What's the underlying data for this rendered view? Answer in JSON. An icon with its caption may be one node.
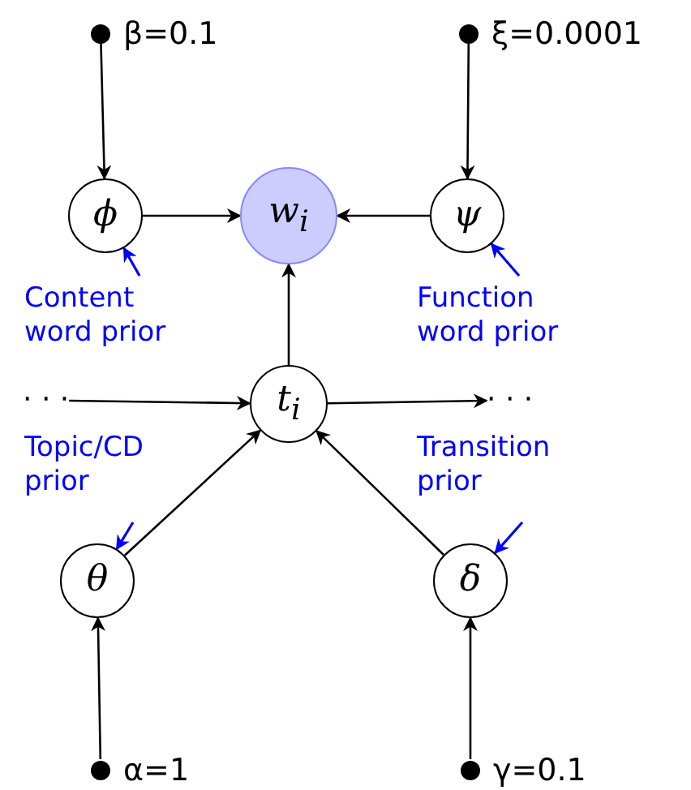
{
  "diagram": {
    "nodes": [
      {
        "text": [
          "β=0.1"
        ]
      },
      {
        "text": [
          "ξ=0.0001"
        ]
      },
      {
        "text": [
          "ϕ"
        ]
      },
      {
        "text": [
          "w$_{i}$"
        ]
      },
      {
        "text": [
          "ψ"
        ]
      },
      {
        "text": [
          "Content word prior"
        ]
      },
      {
        "text": [
          "Function word prior"
        ]
      },
      {
        "text": [
          "· · ·"
        ]
      },
      {
        "text": [
          "t$_{i}$"
        ]
      },
      {
        "text": [
          "· · ·"
        ]
      },
      {
        "text": [
          "Topic/CD prior"
        ]
      },
      {
        "text": [
          "Transition prior"
        ]
      },
      {
        "text": [
          "θ"
        ]
      },
      {
        "text": [
          "δ"
        ]
      },
      {
        "text": [
          "α=1"
        ]
      },
      {
        "text": [
          "γ=0.1"
        ]
      }
    ],
    "edges": [
      {
        "from": 0,
        "to": 2,
        "arrow": "to"
      },
      {
        "from": 1,
        "to": 4,
        "arrow": "to"
      },
      {
        "from": 2,
        "to": 3,
        "arrow": "to"
      },
      {
        "from": 4,
        "to": 3,
        "arrow": "to"
      },
      {
        "from": 5,
        "to": 2,
        "arrow": "to",
        "color": "#0000ff"
      },
      {
        "from": 6,
        "to": 4,
        "arrow": "to",
        "color": "#0000ff"
      },
      {
        "from": 8,
        "to": 3,
        "arrow": "to"
      },
      {
        "from": 7,
        "to": 8,
        "arrow": "to"
      },
      {
        "from": 8,
        "to": 9,
        "arrow": "to"
      },
      {
        "from": 10,
        "to": 12,
        "arrow": "to",
        "color": "#0000ff"
      },
      {
        "from": 11,
        "to": 13,
        "arrow": "to",
        "color": "#0000ff"
      },
      {
        "from": 12,
        "to": 8,
        "arrow": "to"
      },
      {
        "from": 13,
        "to": 8,
        "arrow": "to"
      },
      {
        "from": 14,
        "to": 12,
        "arrow": "to"
      },
      {
        "from": 15,
        "to": 13,
        "arrow": "to"
      }
    ]
  }
}
